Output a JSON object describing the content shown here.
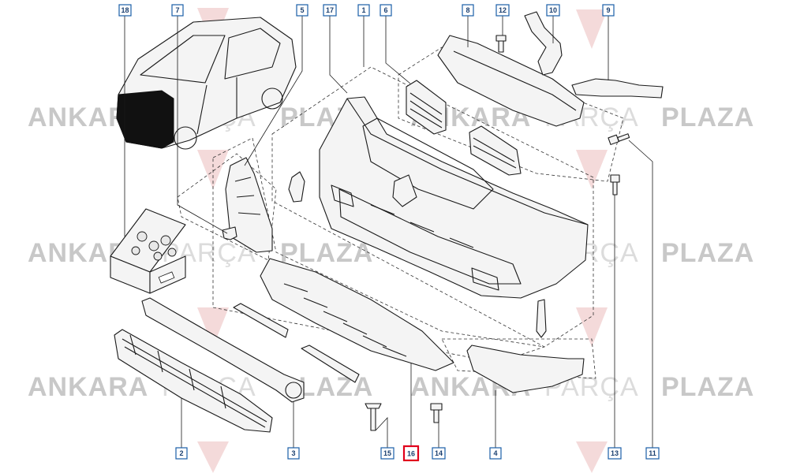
{
  "watermark": {
    "left": "ANKARA",
    "middle": "PARÇA",
    "right": "PLAZA",
    "color_dark": "#c8c8c8",
    "color_light": "#dcdcdc",
    "logo_color": "#f3d6d6"
  },
  "callouts": [
    {
      "id": "c18",
      "label": "18",
      "highlight": false
    },
    {
      "id": "c7",
      "label": "7",
      "highlight": false
    },
    {
      "id": "c5",
      "label": "5",
      "highlight": false
    },
    {
      "id": "c17",
      "label": "17",
      "highlight": false
    },
    {
      "id": "c1",
      "label": "1",
      "highlight": false
    },
    {
      "id": "c6",
      "label": "6",
      "highlight": false
    },
    {
      "id": "c8",
      "label": "8",
      "highlight": false
    },
    {
      "id": "c12",
      "label": "12",
      "highlight": false
    },
    {
      "id": "c10",
      "label": "10",
      "highlight": false
    },
    {
      "id": "c9",
      "label": "9",
      "highlight": false
    },
    {
      "id": "c2",
      "label": "2",
      "highlight": false
    },
    {
      "id": "c3",
      "label": "3",
      "highlight": false
    },
    {
      "id": "c15",
      "label": "15",
      "highlight": false
    },
    {
      "id": "c16",
      "label": "16",
      "highlight": true
    },
    {
      "id": "c14",
      "label": "14",
      "highlight": false
    },
    {
      "id": "c4",
      "label": "4",
      "highlight": false
    },
    {
      "id": "c13",
      "label": "13",
      "highlight": false
    },
    {
      "id": "c11",
      "label": "11",
      "highlight": false
    }
  ],
  "colors": {
    "callout_border": "#1a5fa8",
    "callout_highlight": "#e0001b",
    "line": "#1a1a1a"
  }
}
